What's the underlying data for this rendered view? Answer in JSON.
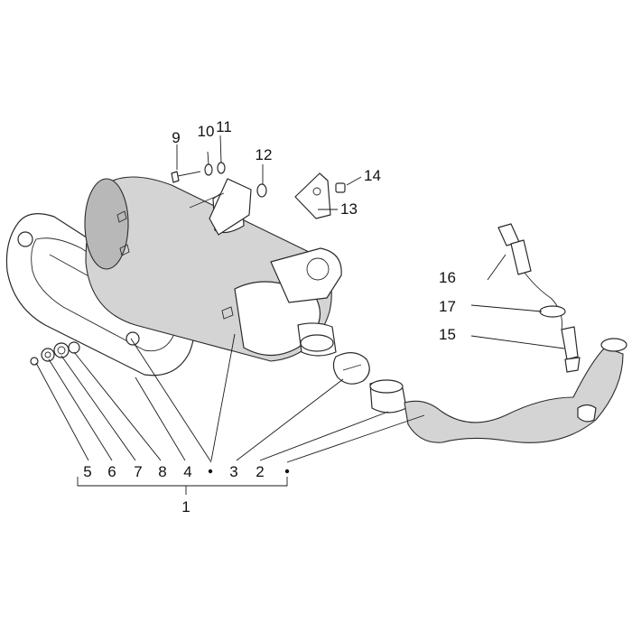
{
  "callouts": {
    "c1": "1",
    "c2": "2",
    "c3": "3",
    "c4": "4",
    "c5": "5",
    "c6": "6",
    "c7": "7",
    "c8": "8",
    "c9": "9",
    "c10": "10",
    "c11": "11",
    "c12": "12",
    "c13": "13",
    "c14": "14",
    "c15": "15",
    "c16": "16",
    "c17": "17"
  },
  "colors": {
    "line": "#2a2a2a",
    "fill": "#d4d4d4",
    "background": "#ffffff"
  }
}
